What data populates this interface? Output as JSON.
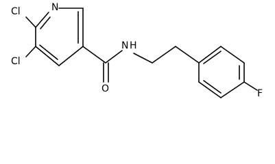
{
  "molecule": {
    "atoms": {
      "n_ring": "N",
      "cl_top": "Cl",
      "cl_bottom": "Cl",
      "o": "O",
      "nh": "N",
      "h": "H",
      "f": "F"
    },
    "colors": {
      "bond": "#000000",
      "label": "#000000",
      "background": "#ffffff"
    }
  }
}
